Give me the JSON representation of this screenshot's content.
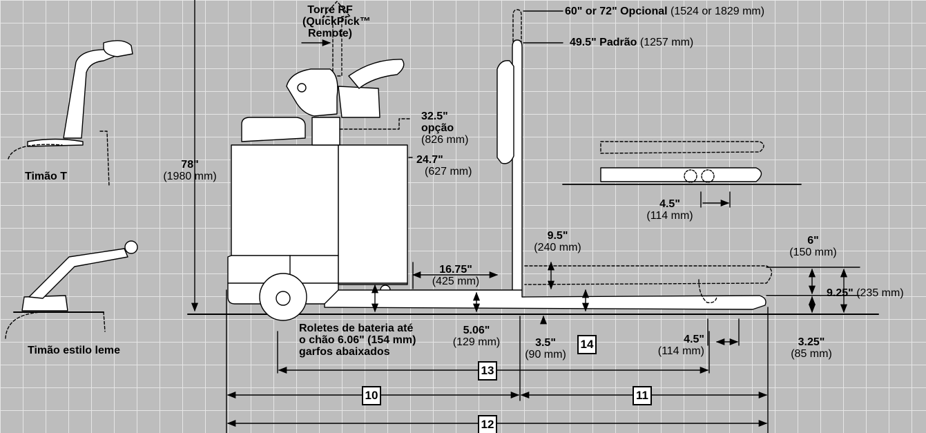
{
  "labels": {
    "rf_tower": "Torre RF (QuickPick™ Remote)",
    "rf_tower_line1": "Torre RF",
    "rf_tower_line2": "(QuickPick™",
    "rf_tower_line3": "Remote)",
    "mast_optional_value": "60\" or 72\" Opcional",
    "mast_optional_mm": "(1524 or 1829 mm)",
    "mast_standard_value": "49.5\" Padrão",
    "mast_standard_mm": "(1257 mm)",
    "height_78_value": "78\"",
    "height_78_mm": "(1980 mm)",
    "tiller_t": "Timão T",
    "tiller_rudder": "Timão estilo leme",
    "opt_32_5_value": "32.5\"",
    "opt_32_5_word": "opção",
    "opt_32_5_mm": "(826 mm)",
    "h_24_7_value": "24.7\"",
    "h_24_7_mm": "(627 mm)",
    "fork_gap_4_5_top_value": "4.5\"",
    "fork_gap_4_5_top_mm": "(114 mm)",
    "h_9_5_value": "9.5\"",
    "h_9_5_mm": "(240 mm)",
    "h_6_value": "6\"",
    "h_6_mm": "(150 mm)",
    "len_16_75_value": "16.75\"",
    "len_16_75_mm": "(425 mm)",
    "h_9_25_value": "9.25\"",
    "h_9_25_mm": "(235 mm)",
    "h_5_06_value": "5.06\"",
    "h_5_06_mm": "(129 mm)",
    "h_3_5_value": "3.5\"",
    "h_3_5_mm": "(90 mm)",
    "fork_gap_4_5_bot_value": "4.5\"",
    "fork_gap_4_5_bot_mm": "(114 mm)",
    "h_3_25_value": "3.25\"",
    "h_3_25_mm": "(85 mm)",
    "battery_rollers_line1": "Roletes de bateria até",
    "battery_rollers_line2": "o chão 6.06\" (154 mm)",
    "battery_rollers_line3": "garfos abaixados"
  },
  "boxes": {
    "b10": "10",
    "b11": "11",
    "b12": "12",
    "b13": "13",
    "b14": "14"
  }
}
